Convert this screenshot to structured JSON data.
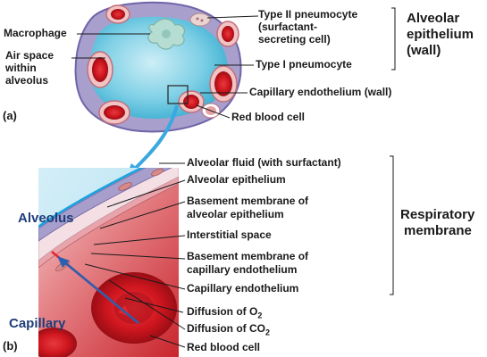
{
  "panel_a": {
    "tag": "(a)",
    "labels": {
      "macrophage": "Macrophage",
      "air_space_1": "Air space",
      "air_space_2": "within",
      "air_space_3": "alveolus",
      "type2_1": "Type II pneumocyte",
      "type2_2": "(surfactant-",
      "type2_3": "secreting cell)",
      "type1": "Type I pneumocyte",
      "capillary_endothelium": "Capillary endothelium (wall)",
      "red_blood_cell": "Red blood cell"
    },
    "group": {
      "line1": "Alveolar",
      "line2": "epithelium",
      "line3": "(wall)"
    }
  },
  "panel_b": {
    "tag": "(b)",
    "regions": {
      "alveolus": "Alveolus",
      "capillary": "Capillary"
    },
    "labels": {
      "alveolar_fluid": "Alveolar fluid (with surfactant)",
      "alveolar_epithelium": "Alveolar epithelium",
      "bm_alv_1": "Basement membrane of",
      "bm_alv_2": "alveolar epithelium",
      "interstitial": "Interstitial space",
      "bm_cap_1": "Basement membrane of",
      "bm_cap_2": "capillary endothelium",
      "cap_endothelium": "Capillary endothelium",
      "diffusion_o2_text": "Diffusion of O",
      "diffusion_o2_sub": "2",
      "diffusion_co2_text": "Diffusion of CO",
      "diffusion_co2_sub": "2",
      "red_blood_cell": "Red blood cell"
    },
    "group": {
      "line1": "Respiratory",
      "line2": "membrane"
    }
  },
  "colors": {
    "air": "#3bb3d2",
    "membrane": "#a79ecb",
    "capillary_wall": "#e5a3a8",
    "blood": "#c8141e",
    "fluid_line": "#1aa2dd",
    "o2_arrow": "#e8242a",
    "co2_arrow": "#2b5fb0"
  }
}
